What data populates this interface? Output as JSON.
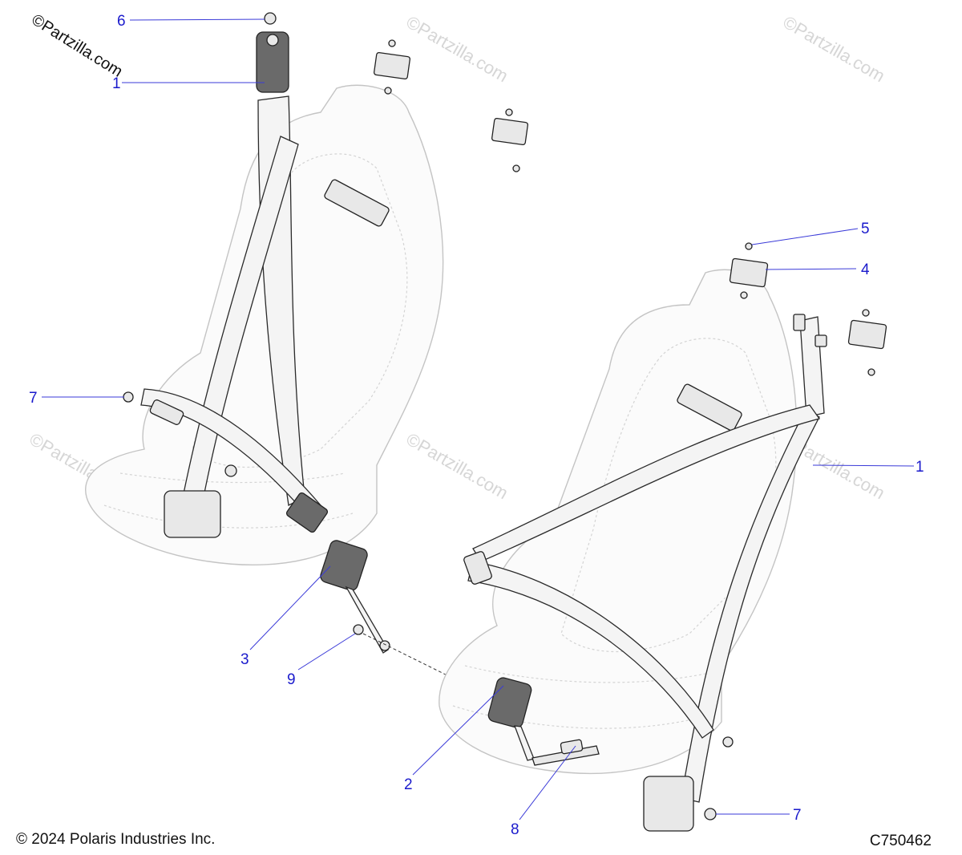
{
  "watermark": {
    "corner_text": "©Partzilla.com",
    "repeat_text": "©Partzilla.com"
  },
  "callouts": [
    {
      "id": "c6-top",
      "label": "6"
    },
    {
      "id": "c1-left",
      "label": "1"
    },
    {
      "id": "c5",
      "label": "5"
    },
    {
      "id": "c4",
      "label": "4"
    },
    {
      "id": "c7-left",
      "label": "7"
    },
    {
      "id": "c1-right",
      "label": "1"
    },
    {
      "id": "c3",
      "label": "3"
    },
    {
      "id": "c9",
      "label": "9"
    },
    {
      "id": "c2",
      "label": "2"
    },
    {
      "id": "c8",
      "label": "8"
    },
    {
      "id": "c7-right",
      "label": "7"
    }
  ],
  "footer": {
    "copyright": "© 2024 Polaris Industries Inc.",
    "drawing_code": "C750462"
  },
  "colors": {
    "callout_text": "#1a1acc",
    "leader_line": "#3a3ad8",
    "watermark": "#d6d6d6"
  }
}
